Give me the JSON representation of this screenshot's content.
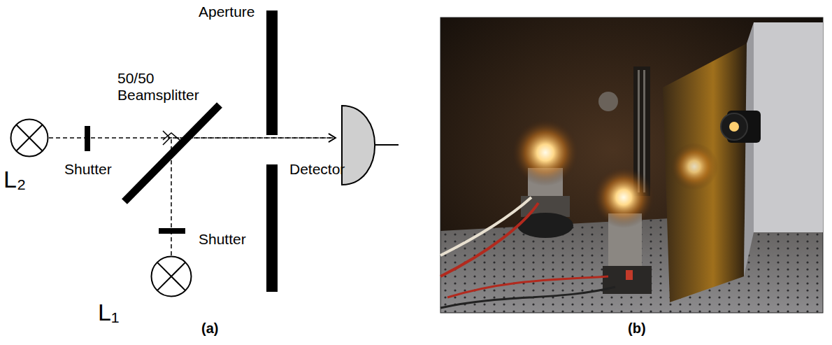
{
  "diagram": {
    "nodes": [
      {
        "text": [
          "L₂"
        ]
      },
      {
        "text": [
          "L₁"
        ]
      },
      {
        "text": [
          "Detector"
        ]
      }
    ],
    "edges": [
      {
        "from": 0,
        "to": 2,
        "arrow": "to"
      },
      {
        "from": 1,
        "to": 2,
        "arrow": "to"
      }
    ],
    "labels": [
      "Aperture",
      "50/50 Beamsplitter",
      "Shutter",
      "Shutter",
      "(a)",
      "(b)"
    ]
  }
}
